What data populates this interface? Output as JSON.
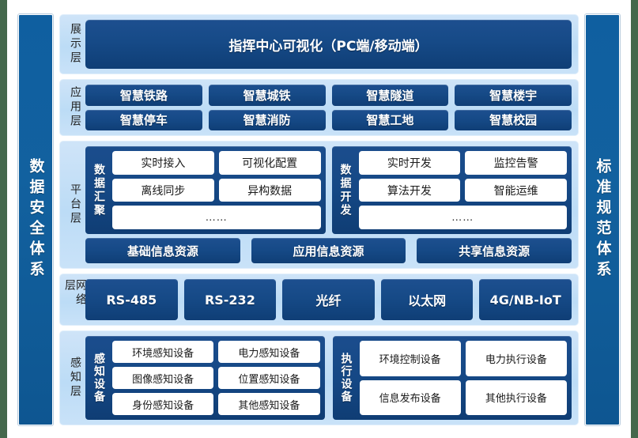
{
  "theme": {
    "page_background": "#44684c",
    "sheet_background": "#ffffff",
    "pillar_blue": "#0f5fa0",
    "panel_light_blue": "#c2dff6",
    "chip_dark_blue": "#16498a",
    "box_white": "#ffffff"
  },
  "pillars": {
    "left": {
      "label": "数据安全体系"
    },
    "right": {
      "label": "标准规范体系"
    }
  },
  "layers": {
    "presentation": {
      "label": "展示层",
      "banner": "指挥中心可视化（PC端/移动端）"
    },
    "application": {
      "label": "应用层",
      "items": [
        "智慧铁路",
        "智慧城铁",
        "智慧隧道",
        "智慧楼宇",
        "智慧停车",
        "智慧消防",
        "智慧工地",
        "智慧校园"
      ]
    },
    "platform": {
      "label": "平台层",
      "groups": [
        {
          "title": "数据汇聚",
          "rows": [
            [
              "实时接入",
              "可视化配置"
            ],
            [
              "离线同步",
              "异构数据"
            ],
            [
              "……"
            ]
          ]
        },
        {
          "title": "数据开发",
          "rows": [
            [
              "实时开发",
              "监控告警"
            ],
            [
              "算法开发",
              "智能运维"
            ],
            [
              "……"
            ]
          ]
        }
      ],
      "resources": [
        "基础信息资源",
        "应用信息资源",
        "共享信息资源"
      ]
    },
    "network": {
      "label": "网络层",
      "items": [
        "RS-485",
        "RS-232",
        "光纤",
        "以太网",
        "4G/NB-IoT"
      ]
    },
    "sensing": {
      "label": "感知层",
      "groups": [
        {
          "title": "感知设备",
          "rows": [
            [
              "环境感知设备",
              "电力感知设备"
            ],
            [
              "图像感知设备",
              "位置感知设备"
            ],
            [
              "身份感知设备",
              "其他感知设备"
            ]
          ]
        },
        {
          "title": "执行设备",
          "rows": [
            [
              "环境控制设备",
              "电力执行设备"
            ],
            [
              "信息发布设备",
              "其他执行设备"
            ]
          ]
        }
      ]
    }
  }
}
